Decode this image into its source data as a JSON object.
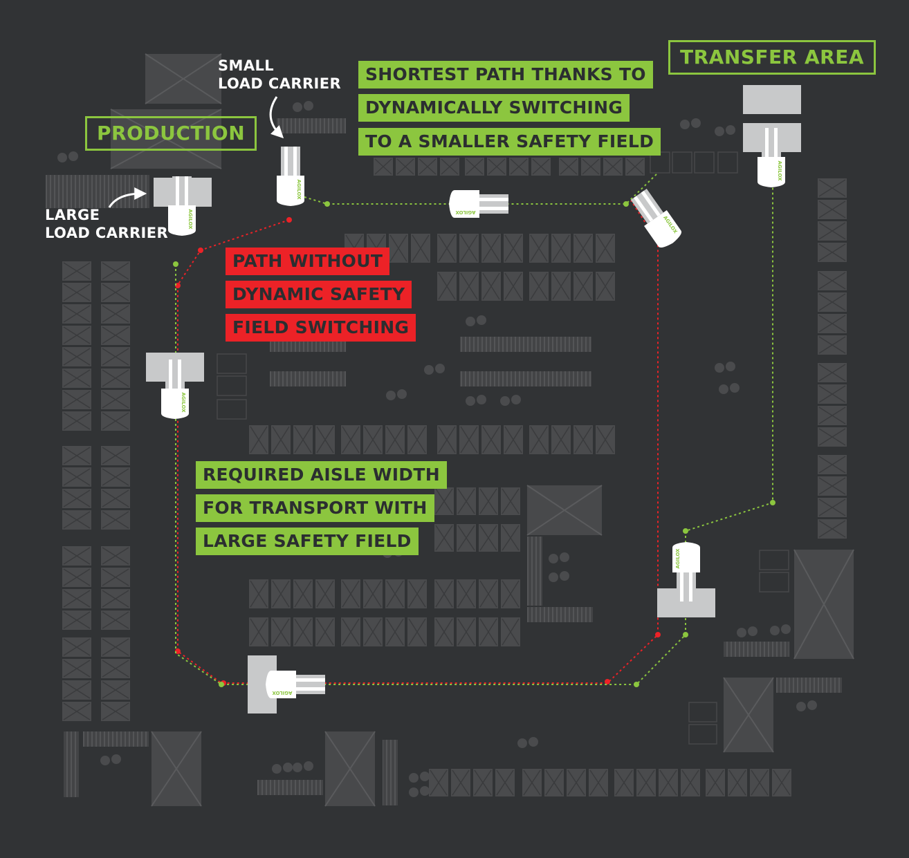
{
  "labels": {
    "production": "PRODUCTION",
    "transfer_area": "TRANSFER AREA",
    "small_carrier": [
      "SMALL",
      "LOAD CARRIER"
    ],
    "large_carrier": [
      "LARGE",
      "LOAD CARRIER"
    ],
    "shortest_path": [
      "SHORTEST PATH THANKS TO",
      "DYNAMICALLY SWITCHING",
      "TO A SMALLER SAFETY FIELD"
    ],
    "path_without": [
      "PATH WITHOUT",
      "DYNAMIC SAFETY",
      "FIELD SWITCHING"
    ],
    "aisle_width": [
      "REQUIRED AISLE WIDTH",
      "FOR TRANSPORT WITH",
      "LARGE SAFETY FIELD"
    ],
    "vehicle_brand": "AGILOX"
  },
  "colors": {
    "background": "#313335",
    "accent_green": "#8cc63f",
    "accent_red": "#ec2227",
    "rack": "#4a4b4d",
    "load_carrier": "#c8c9ca",
    "vehicle": "#ffffff"
  }
}
